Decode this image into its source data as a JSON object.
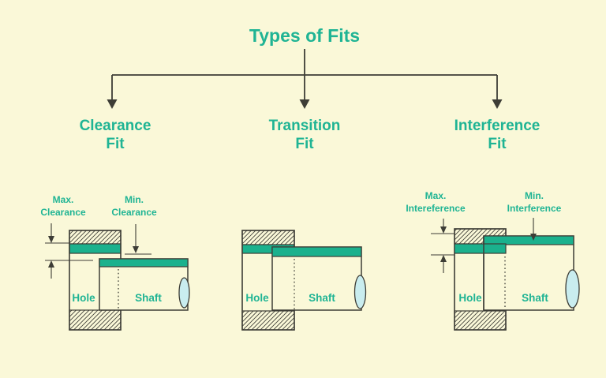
{
  "title": "Types of Fits",
  "colors": {
    "background": "#FAF8D8",
    "teal": "#1FB494",
    "band_teal": "#1BB18D",
    "outline": "#3D3D36",
    "shaft_break_lens": "#C9EDEF"
  },
  "branches": [
    {
      "heading_line1": "Clearance",
      "heading_line2": "Fit",
      "dim_left": {
        "line1": "Max.",
        "line2": "Clearance"
      },
      "dim_right": {
        "line1": "Min.",
        "line2": "Clearance"
      },
      "hole_label": "Hole",
      "shaft_label": "Shaft"
    },
    {
      "heading_line1": "Transition",
      "heading_line2": "Fit",
      "hole_label": "Hole",
      "shaft_label": "Shaft"
    },
    {
      "heading_line1": "Interference",
      "heading_line2": "Fit",
      "dim_left": {
        "line1": "Max.",
        "line2": "Intereference"
      },
      "dim_right": {
        "line1": "Min.",
        "line2": "Interference"
      },
      "hole_label": "Hole",
      "shaft_label": "Shaft"
    }
  ]
}
